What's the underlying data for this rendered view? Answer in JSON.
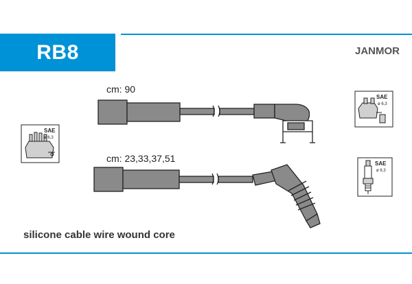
{
  "header": {
    "code": "RB8",
    "brand": "JANMOR"
  },
  "cables": [
    {
      "length_label": "cm: 90"
    },
    {
      "length_label": "cm: 23,33,37,51"
    }
  ],
  "connector_icons": [
    {
      "sae": "SAE",
      "diameter": "ø 6,3"
    },
    {
      "sae": "SAE",
      "diameter": "ø 6,3"
    },
    {
      "sae": "SAE",
      "diameter": "ø 6,3"
    }
  ],
  "footer": {
    "description": "silicone cable wire wound core"
  },
  "colors": {
    "accent": "#0092d6",
    "boot_fill": "#8a8a8a",
    "outline": "#222222"
  }
}
